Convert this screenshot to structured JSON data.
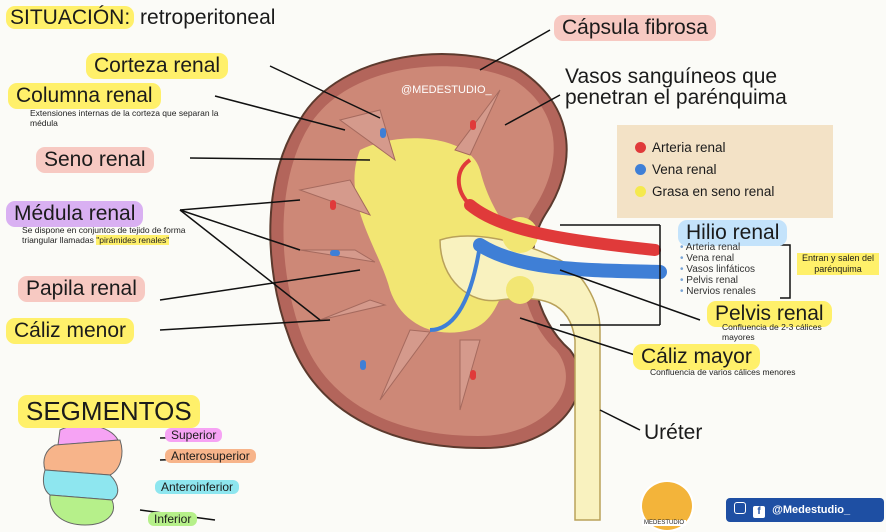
{
  "title": {
    "prefix": "SITUACIÓN:",
    "value": "retroperitoneal"
  },
  "watermark": "@MEDESTUDIO_",
  "labels": {
    "capsula": "Cápsula fibrosa",
    "corteza": "Corteza renal",
    "columna": "Columna renal",
    "columna_desc": "Extensiones internas de la corteza que separan la médula",
    "seno": "Seno renal",
    "medula": "Médula renal",
    "medula_desc_1": "Se dispone en conjuntos de tejido de forma triangular llamadas",
    "medula_desc_2": "\"pirámides renales\"",
    "papila": "Papila renal",
    "caliz_menor": "Cáliz menor",
    "vasos": "Vasos sanguíneos que penetran el parénquima",
    "hilio": "Hilio renal",
    "entran": "Entran y salen del parénquima",
    "pelvis": "Pelvis renal",
    "pelvis_desc": "Confluencia de 2-3 cálices mayores",
    "caliz_mayor": "Cáliz mayor",
    "caliz_mayor_desc": "Confluencia de varios cálices menores",
    "ureter": "Uréter"
  },
  "legend": [
    {
      "label": "Arteria renal",
      "color": "#e03a3a"
    },
    {
      "label": "Vena renal",
      "color": "#3f7fd6"
    },
    {
      "label": "Grasa en seno renal",
      "color": "#f5e94d"
    }
  ],
  "hilio_items": [
    "Arteria renal",
    "Vena renal",
    "Vasos linfáticos",
    "Pelvis renal",
    "Nervios renales"
  ],
  "segments": {
    "title": "SEGMENTOS",
    "items": [
      {
        "label": "Superior",
        "color": "#f6a3f4"
      },
      {
        "label": "Anterosuperior",
        "color": "#f7b48a"
      },
      {
        "label": "Anteroinferior",
        "color": "#8ee6ef"
      },
      {
        "label": "Inferior",
        "color": "#b6f08a"
      }
    ]
  },
  "footer": {
    "social": "@Medestudio_",
    "badge": "MEDESTUDIO"
  },
  "colors": {
    "cortex": "#cd8877",
    "capsule": "#b3655b",
    "medulla": "#d59a8c",
    "sinus_fat": "#f2e673",
    "pelvis": "#f9f2bf",
    "artery": "#e03a3a",
    "vein": "#3f7fd6",
    "hl_yellow": "#fff06a",
    "hl_pink": "#f7c9c2",
    "hl_purple": "#d9b0f2",
    "hl_blue": "#c4e3fb"
  }
}
